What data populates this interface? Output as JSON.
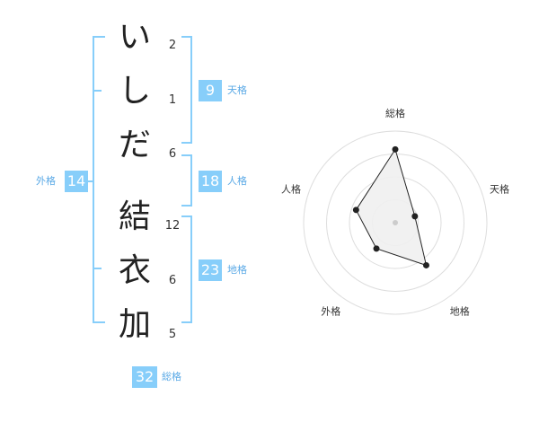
{
  "name": {
    "chars": [
      "い",
      "し",
      "だ",
      "結",
      "衣",
      "加"
    ],
    "strokes": [
      "2",
      "1",
      "6",
      "12",
      "6",
      "5"
    ]
  },
  "kaku": {
    "tenkaku": {
      "value": "9",
      "label": "天格"
    },
    "jinkaku": {
      "value": "18",
      "label": "人格"
    },
    "chikaku": {
      "value": "23",
      "label": "地格"
    },
    "gaikaku": {
      "value": "14",
      "label": "外格"
    },
    "soukaku": {
      "value": "32",
      "label": "総格"
    }
  },
  "chart_data": {
    "type": "radar",
    "axes": [
      "総格",
      "天格",
      "地格",
      "外格",
      "人格"
    ],
    "values": [
      32,
      9,
      23,
      14,
      18
    ],
    "rmax": 40,
    "rings": 4,
    "fill_color": "#f0f0f0",
    "line_color": "#222222"
  }
}
